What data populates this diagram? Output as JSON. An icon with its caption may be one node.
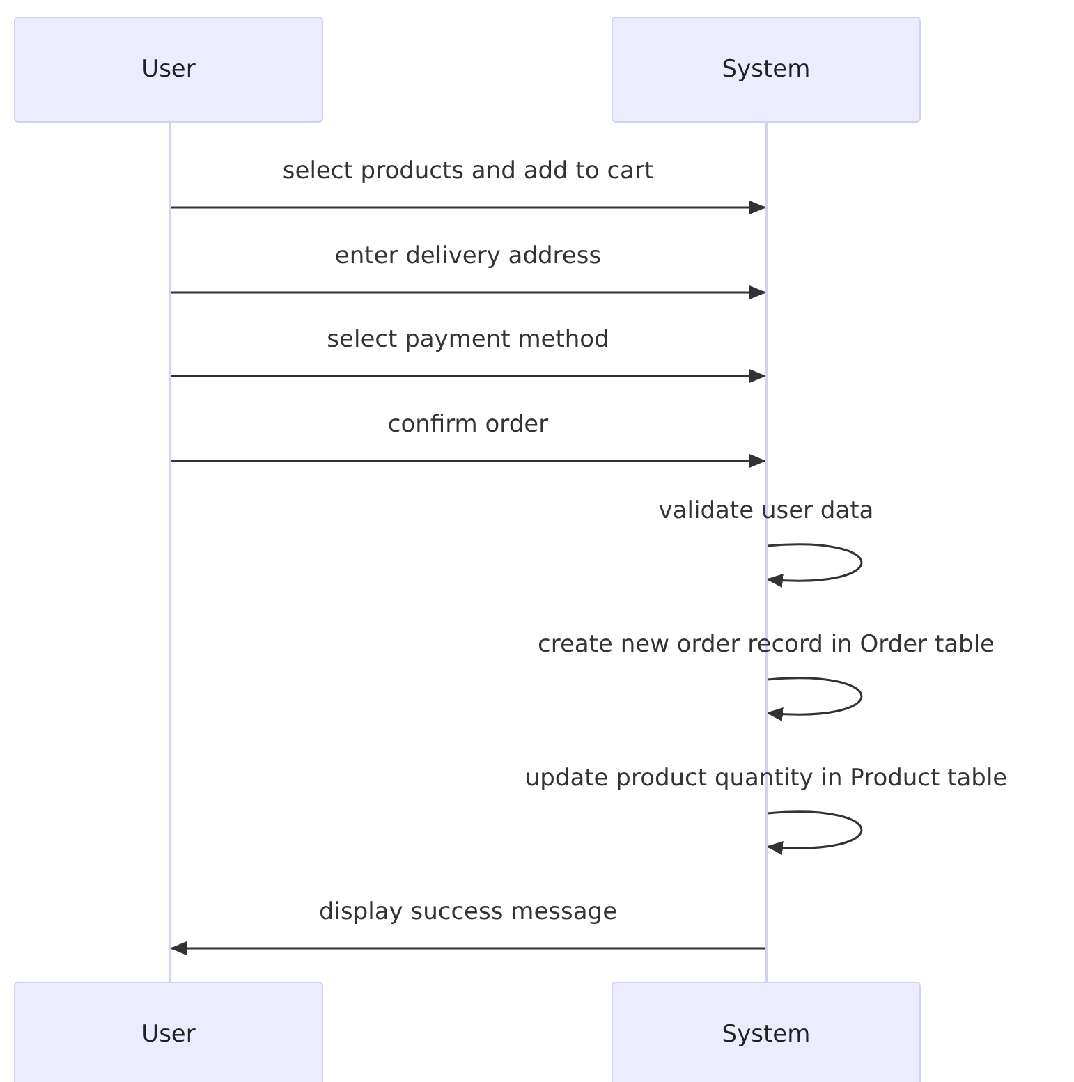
{
  "diagram": {
    "nodes": [
      {
        "text": [
          "User"
        ]
      },
      {
        "text": [
          "System"
        ]
      },
      {
        "text": [],
        "shape": "bar"
      },
      {
        "text": [],
        "shape": "bar"
      },
      {
        "text": [
          "User"
        ]
      },
      {
        "text": [
          "System"
        ]
      }
    ],
    "edges": [
      {
        "from": 2,
        "to": 3,
        "arrow": "to",
        "label": "select products and add to cart"
      },
      {
        "from": 2,
        "to": 3,
        "arrow": "to",
        "label": "enter delivery address"
      },
      {
        "from": 2,
        "to": 3,
        "arrow": "to",
        "label": "select payment method"
      },
      {
        "from": 2,
        "to": 3,
        "arrow": "to",
        "label": "confirm order"
      },
      {
        "from": 3,
        "to": 3,
        "arrow": "to",
        "label": "validate user data"
      },
      {
        "from": 3,
        "to": 3,
        "arrow": "to",
        "label": "create new order record in Order table"
      },
      {
        "from": 3,
        "to": 3,
        "arrow": "to",
        "label": "update product quantity in Product table"
      },
      {
        "from": 3,
        "to": 2,
        "arrow": "to",
        "label": "display success message"
      }
    ]
  }
}
